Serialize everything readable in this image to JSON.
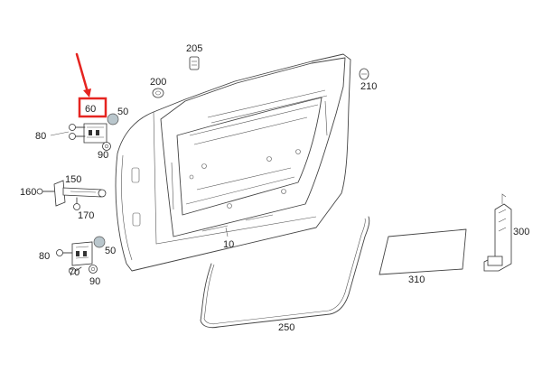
{
  "highlight": {
    "color": "#e52420"
  },
  "labels": {
    "door_shell": "10",
    "hinge_upper": "60",
    "plug_upper": "50",
    "bolt_upper": "80",
    "nut_upper": "90",
    "door_check": "150",
    "bolt_check": "160",
    "screw_check": "170",
    "plug_lower": "50",
    "bolt_lower": "80",
    "hinge_lower": "70",
    "nut_lower": "90",
    "grommet_a": "200",
    "clip_top": "205",
    "clip_right": "210",
    "seal": "250",
    "film": "310",
    "bracket": "300"
  }
}
